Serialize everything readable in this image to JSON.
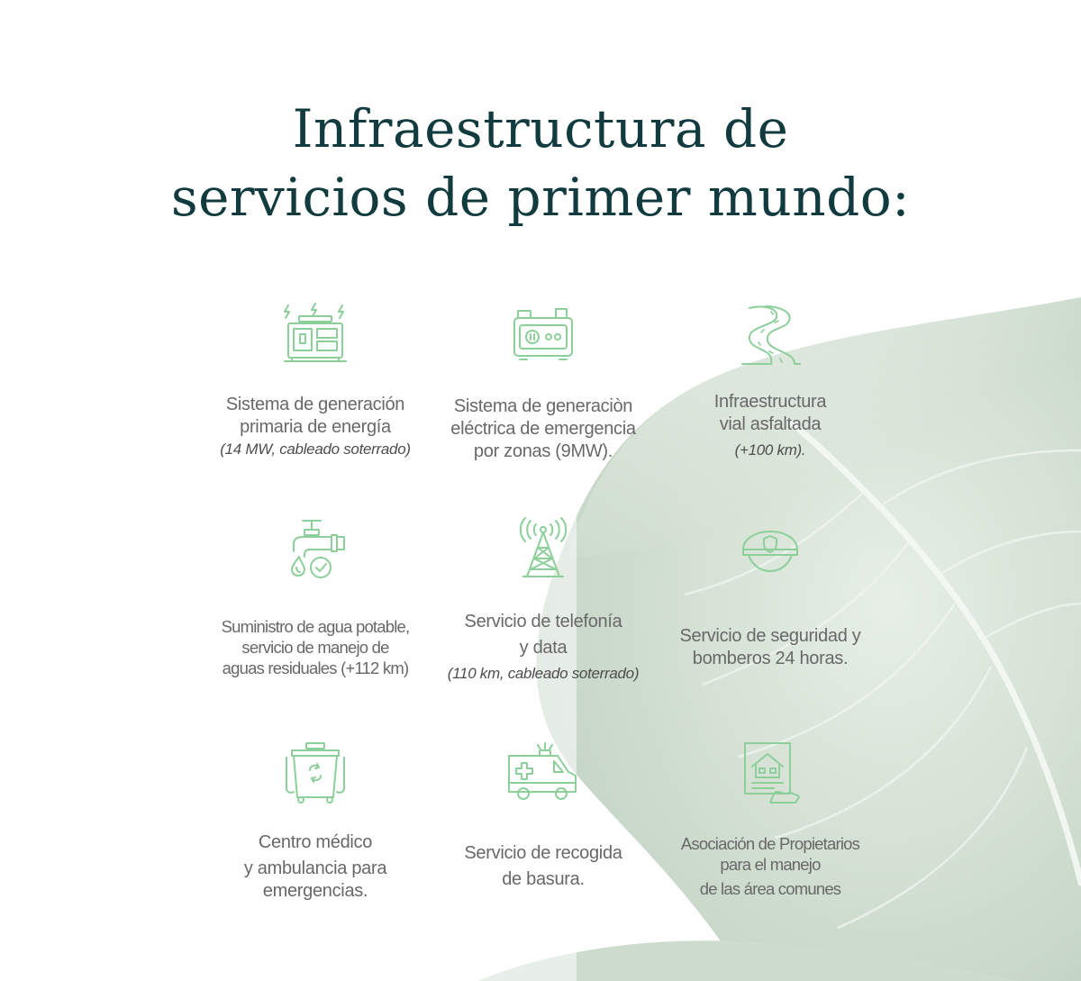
{
  "title": {
    "line1": "Infraestructura de",
    "line2": "servicios de primer mundo:"
  },
  "colors": {
    "title": "#113b3e",
    "icon": "#8ccf9a",
    "text": "#686868",
    "leaf": "#9fb8a0"
  },
  "services": [
    {
      "icon": "power-generator-icon",
      "lines": [
        "Sistema de generación",
        "primaria de energía"
      ],
      "note": "(14 MW, cableado soterrado)"
    },
    {
      "icon": "emergency-generator-icon",
      "lines": [
        "Sistema de generaciòn",
        "eléctrica de emergencia",
        "por zonas (9MW)."
      ],
      "note": ""
    },
    {
      "icon": "winding-road-icon",
      "lines": [
        "Infraestructura",
        "vial asfaltada"
      ],
      "note": "(+100 km)."
    },
    {
      "icon": "water-faucet-icon",
      "lines": [
        "Suministro de agua potable,",
        "servicio de manejo de",
        "aguas residuales (+112 km)"
      ],
      "note": ""
    },
    {
      "icon": "telecom-tower-icon",
      "lines": [
        "Servicio de telefonía",
        "y data"
      ],
      "note": "(110 km, cableado soterrado)"
    },
    {
      "icon": "security-cap-icon",
      "lines": [
        "Servicio de seguridad y",
        "bomberos 24 horas."
      ],
      "note": ""
    },
    {
      "icon": "recycling-bin-icon",
      "lines": [
        "Centro médico",
        "y ambulancia para",
        "emergencias."
      ],
      "note": ""
    },
    {
      "icon": "ambulance-icon",
      "lines": [
        "Servicio de recogida",
        "de basura."
      ],
      "note": ""
    },
    {
      "icon": "property-document-icon",
      "lines": [
        "Asociación de Propietarios",
        "para el manejo",
        "de las área comunes"
      ],
      "note": ""
    }
  ]
}
